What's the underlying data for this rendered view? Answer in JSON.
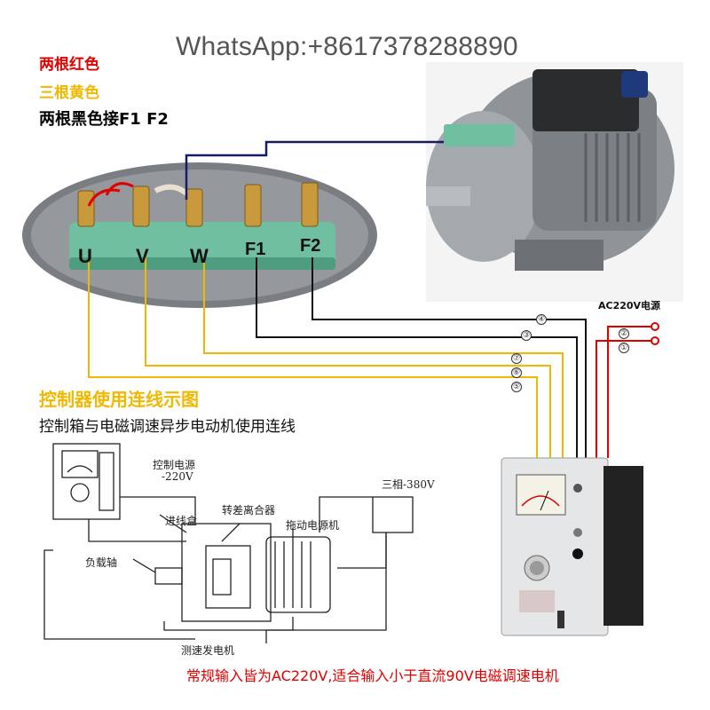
{
  "watermark": "WhatsApp:+8617378288890",
  "legend": {
    "red_line": "两根红色",
    "yellow_line": "三根黄色",
    "black_line": "两根黑色接F1 F2"
  },
  "terminal_labels": [
    "U",
    "V",
    "W",
    "F1",
    "F2"
  ],
  "power_label": "AC220V电源",
  "wire_numbers": [
    "④",
    "③",
    "②",
    "①",
    "⑦",
    "⑥",
    "⑤"
  ],
  "section_title": "控制器使用连线示图",
  "section_subtitle": "控制箱与电磁调速异步电动机使用连线",
  "sketch_labels": {
    "control_power": "控制电源",
    "voltage_220": "-220V",
    "three_phase": "三相-380V",
    "inlet_box": "进线盒",
    "slip_clutch": "转差离合器",
    "drive_motor": "拖动电源机",
    "load_shaft": "负载轴",
    "tacho_generator": "测速发电机"
  },
  "bottom_note": "常规输入皆为AC220V,适合输入小于直流90V电磁调速电机",
  "colors": {
    "red": "#e00000",
    "yellow": "#f0b800",
    "black": "#111111",
    "terminal_block": "#6fbfa0"
  }
}
